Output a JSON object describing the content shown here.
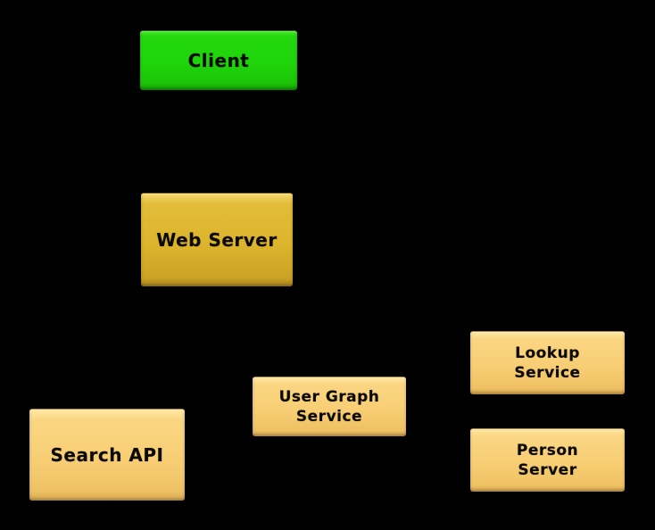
{
  "diagram": {
    "title": "service-architecture-diagram",
    "background_color": "#000000",
    "label_text_color": "#0b0a02",
    "nodes": [
      {
        "id": "client",
        "label": "Client",
        "fill": "#1ed40a",
        "highlight": "#46e52c",
        "shade": "#129e03",
        "role": "client"
      },
      {
        "id": "web-server",
        "label": "Web Server",
        "fill": "#ddb42c",
        "highlight": "#f4da72",
        "shade": "#aa841c",
        "role": "server"
      },
      {
        "id": "search-api",
        "label": "Search API",
        "fill": "#f8ce74",
        "highlight": "#ffe9a6",
        "shade": "#d6a64f",
        "role": "service"
      },
      {
        "id": "user-graph-service",
        "label": "User Graph\nService",
        "fill": "#f8ce74",
        "highlight": "#ffe9a6",
        "shade": "#d6a64f",
        "role": "service"
      },
      {
        "id": "lookup-service",
        "label": "Lookup\nService",
        "fill": "#f8ce74",
        "highlight": "#ffe9a6",
        "shade": "#d6a64f",
        "role": "service"
      },
      {
        "id": "person-server",
        "label": "Person\nServer",
        "fill": "#f8ce74",
        "highlight": "#ffe9a6",
        "shade": "#d6a64f",
        "role": "service"
      }
    ]
  }
}
